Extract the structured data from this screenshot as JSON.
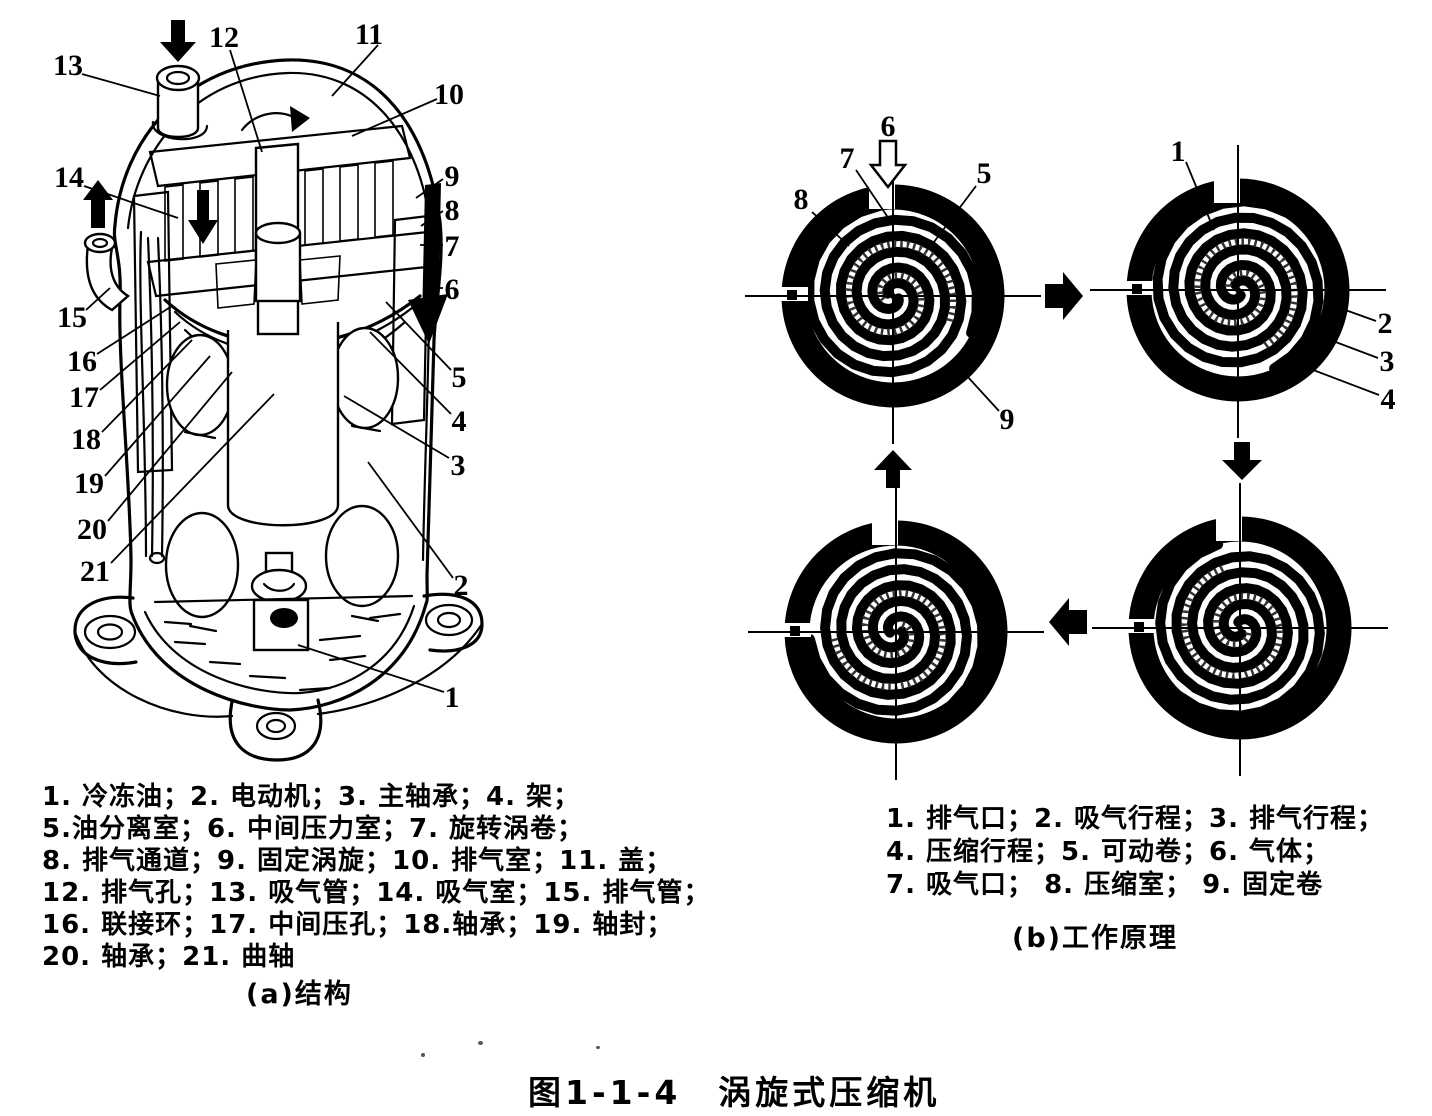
{
  "figure_title": "图1-1-4　涡旋式压缩机",
  "part_a": {
    "caption": "(a)结构",
    "legend_lines": [
      "1. 冷冻油；2. 电动机；3. 主轴承；4. 架；",
      "5.油分离室；6. 中间压力室；7. 旋转涡卷；",
      "8. 排气通道；9. 固定涡旋；10. 排气室；11. 盖；",
      "12. 排气孔；13. 吸气管；14. 吸气室；15. 排气管；",
      "16. 联接环；17. 中间压孔；18.轴承；19. 轴封；",
      "20. 轴承；21. 曲轴"
    ],
    "callouts": [
      "1",
      "2",
      "3",
      "4",
      "5",
      "6",
      "7",
      "8",
      "9",
      "10",
      "11",
      "12",
      "13",
      "14",
      "15",
      "16",
      "17",
      "18",
      "19",
      "20",
      "21"
    ]
  },
  "part_b": {
    "caption": "(b)工作原理",
    "legend_lines": [
      "1. 排气口；2. 吸气行程；3. 排气行程；",
      "4. 压缩行程；5. 可动卷；6. 气体；",
      "7. 吸气口； 8. 压缩室； 9. 固定卷"
    ],
    "callouts": [
      "1",
      "2",
      "3",
      "4",
      "5",
      "6",
      "7",
      "8",
      "9"
    ]
  },
  "colors": {
    "ink": "#000000",
    "paper": "#ffffff"
  }
}
